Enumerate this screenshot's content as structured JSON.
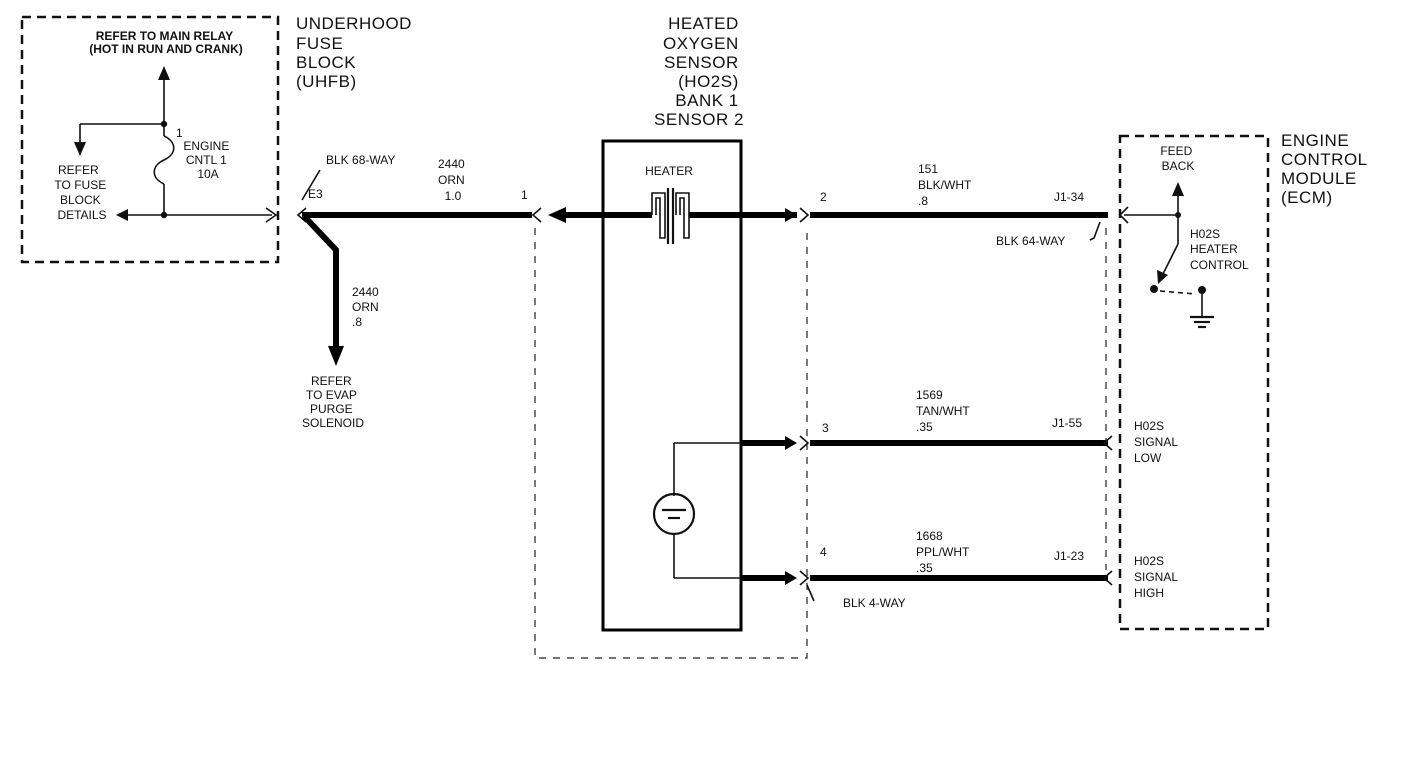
{
  "uhfb": {
    "title_lines": [
      "UNDERHOOD",
      "FUSE",
      "BLOCK",
      "(UHFB)"
    ],
    "relay_lines": [
      "REFER TO MAIN RELAY",
      "(HOT IN RUN AND CRANK)"
    ],
    "fuse_block_lines": [
      "REFER",
      "TO FUSE",
      "BLOCK",
      "DETAILS"
    ],
    "fuse_lines": [
      "ENGINE",
      "CNTL 1",
      "10A"
    ],
    "fuse_pin": "1"
  },
  "sensor": {
    "title_lines": [
      "HEATED",
      "OXYGEN",
      "SENSOR",
      "(HO2S)",
      "BANK 1",
      "SENSOR 2"
    ],
    "heater_label": "HEATER"
  },
  "ecm": {
    "title_lines": [
      "ENGINE",
      "CONTROL",
      "MODULE",
      "(ECM)"
    ],
    "feedback_lines": [
      "FEED",
      "BACK"
    ],
    "heater_control_lines": [
      "H02S",
      "HEATER",
      "CONTROL"
    ],
    "signal_low_lines": [
      "H02S",
      "SIGNAL",
      "LOW"
    ],
    "signal_high_lines": [
      "H02S",
      "SIGNAL",
      "HIGH"
    ]
  },
  "connectors": {
    "blk68": "BLK 68-WAY",
    "e3": "E3",
    "blk64": "BLK 64-WAY",
    "blk4": "BLK 4-WAY",
    "pin1": "1",
    "pin2": "2",
    "pin3": "3",
    "pin4": "4",
    "j134": "J1-34",
    "j155": "J1-55",
    "j123": "J1-23"
  },
  "wires": {
    "w2440a": [
      "2440",
      "ORN",
      "1.0"
    ],
    "w2440b": [
      "2440",
      "ORN",
      ".8"
    ],
    "w151": [
      "151",
      "BLK/WHT",
      ".8"
    ],
    "w1569": [
      "1569",
      "TAN/WHT",
      ".35"
    ],
    "w1668": [
      "1668",
      "PPL/WHT",
      ".35"
    ]
  },
  "evap_lines": [
    "REFER",
    "TO EVAP",
    "PURGE",
    "SOLENOID"
  ]
}
